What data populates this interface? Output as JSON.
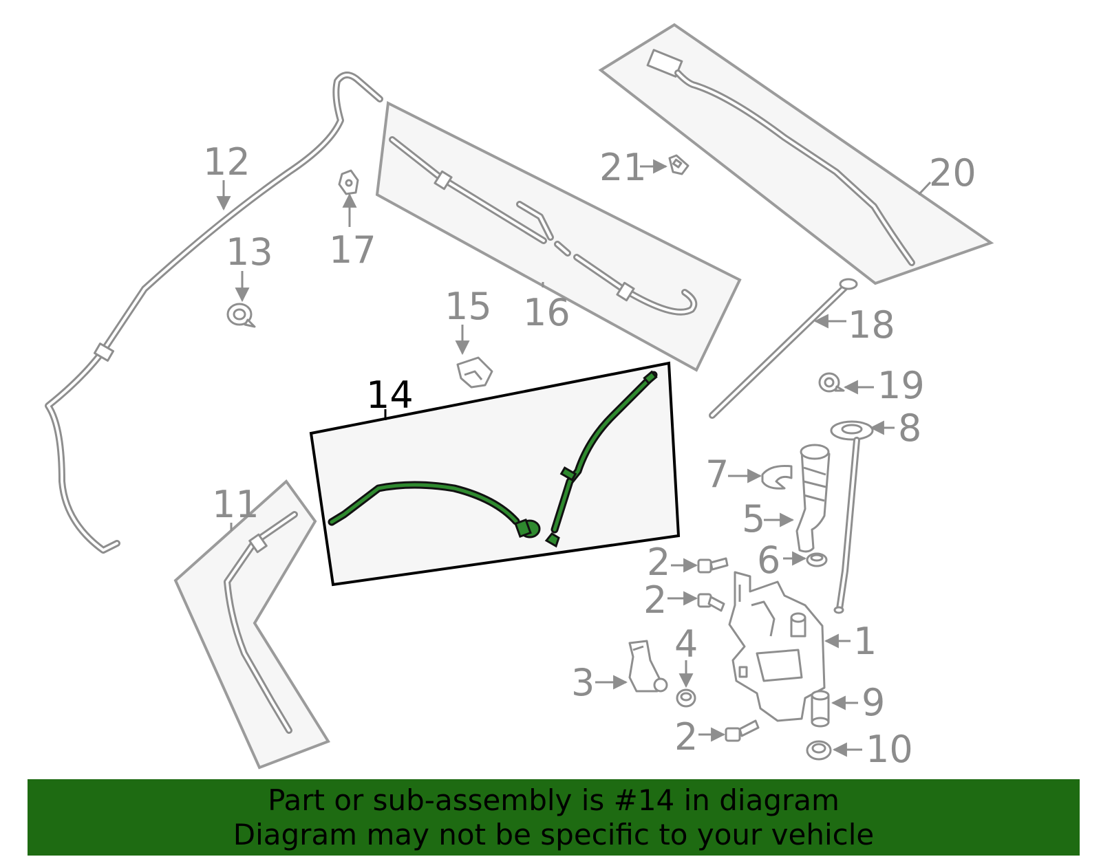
{
  "diagram": {
    "labels": {
      "l1": "1",
      "l2a": "2",
      "l2b": "2",
      "l2c": "2",
      "l3": "3",
      "l4": "4",
      "l5": "5",
      "l6": "6",
      "l7": "7",
      "l8": "8",
      "l9": "9",
      "l10": "10",
      "l11": "11",
      "l12": "12",
      "l13": "13",
      "l14": "14",
      "l15": "15",
      "l16": "16",
      "l17": "17",
      "l18": "18",
      "l19": "19",
      "l20": "20",
      "l21": "21"
    },
    "highlighted_part": "14",
    "highlight_color": "#2f8a2f",
    "panel_fill_color": "#f6f6f6"
  },
  "banner": {
    "line1": "Part or sub-assembly is #14 in diagram",
    "line2": "Diagram may not be specific to your vehicle",
    "background_color": "#1e6b12"
  }
}
